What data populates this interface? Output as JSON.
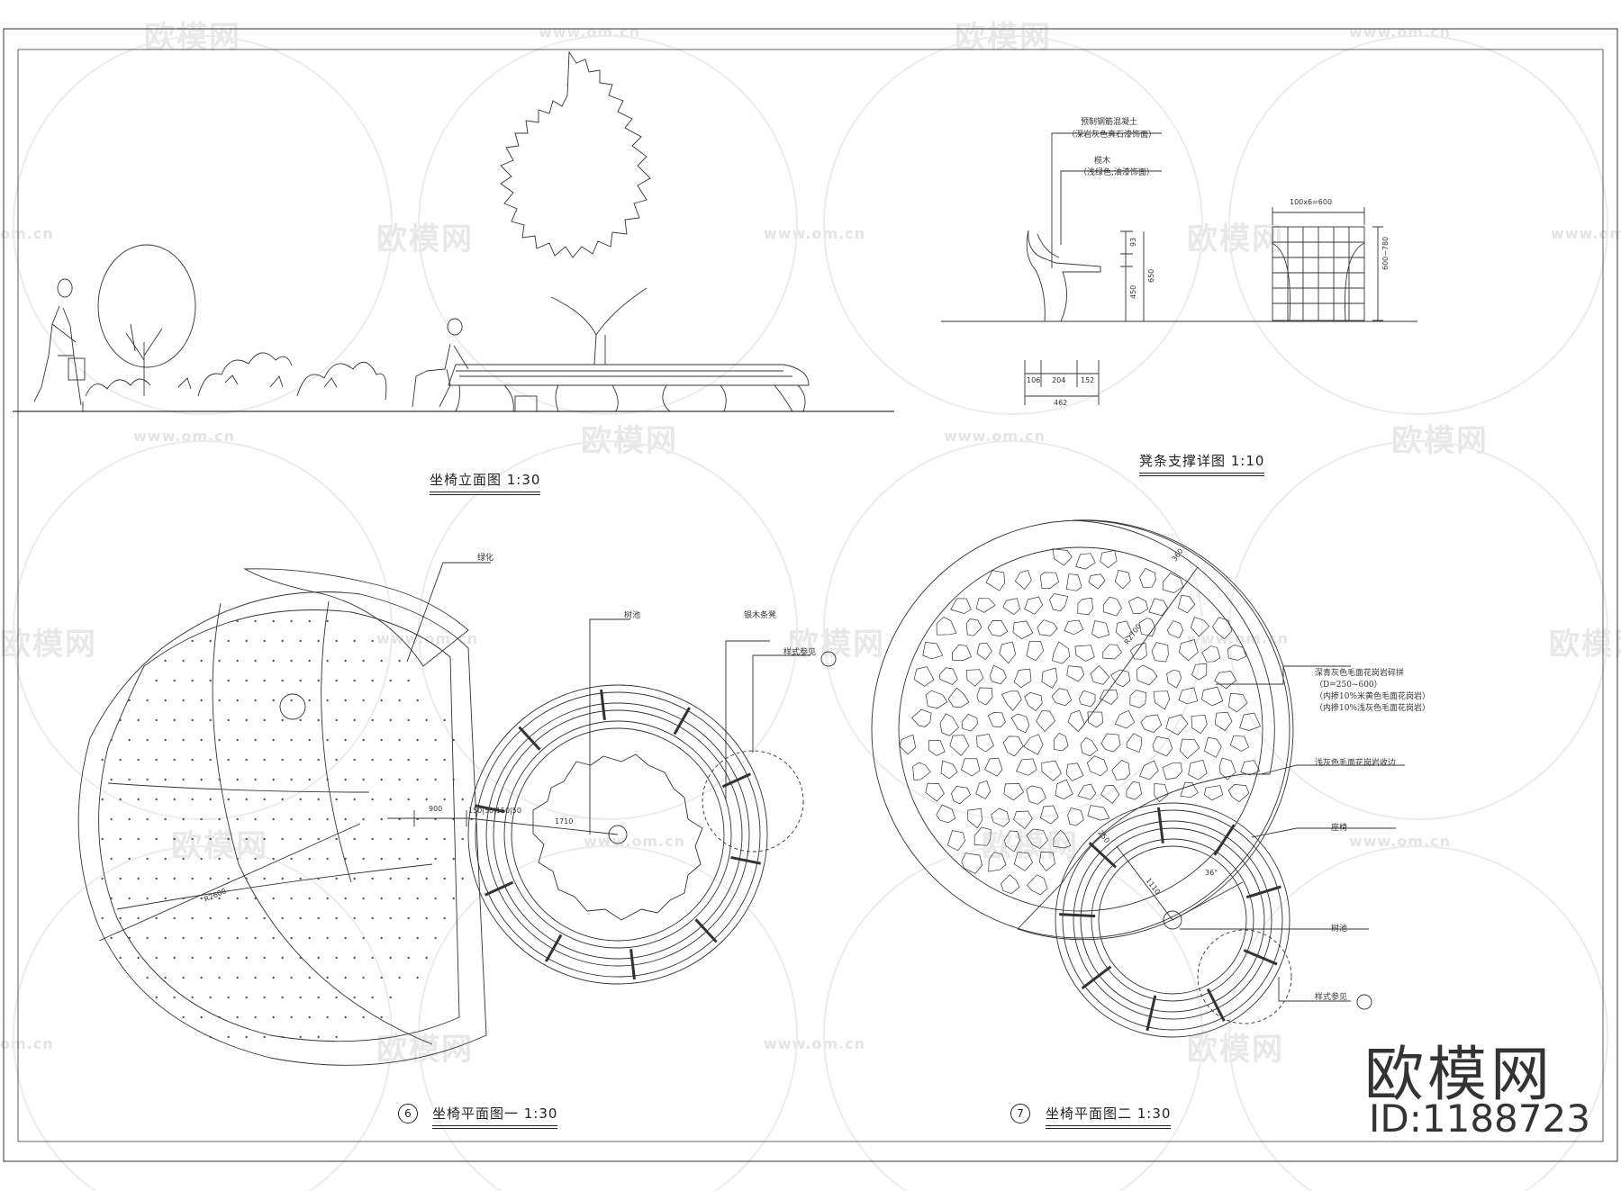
{
  "titles": {
    "elevation": "坐椅立面图  1:30",
    "support_detail": "凳条支撑详图  1:10",
    "plan_one": "坐椅平面图一  1:30",
    "plan_two": "坐椅平面图二  1:30",
    "plan_one_no": "6",
    "plan_two_no": "7"
  },
  "notes": {
    "concrete": "预制钢筋混凝土",
    "concrete_sub": "（深岩灰色真石漆饰面）",
    "wood": "榄木",
    "wood_sub": "（浅绿色,油漆饰面）",
    "greenery": "绿化",
    "tree_pool_1": "树池",
    "wood_strip": "银木条凳",
    "style_ref_1": "样式参见",
    "paving": "深青灰色毛面花岗岩碎拼",
    "paving_d": "（D=250~600）",
    "paving_a": "（内掺10%米黄色毛面花岗岩）",
    "paving_b": "（内掺10%浅灰色毛面花岗岩）",
    "edging": "浅灰色毛面花岗岩收边",
    "seat": "座椅",
    "tree_pool_2": "树池",
    "style_ref_2": "样式参见"
  },
  "dims": {
    "d100x6": "100x6=600",
    "d_right": "600~780",
    "d106": "106",
    "d204": "204",
    "d152": "152",
    "d462": "462",
    "d_v1": "93",
    "d_v2": "450",
    "d_v3": "650",
    "d900": "900",
    "d1710": "1710",
    "d_seg": "150|50|150|50",
    "r2600": "R2600",
    "r2700": "R2700",
    "d360": "360",
    "d1110": "1110",
    "d250": "250",
    "a36": "36°"
  },
  "watermark": {
    "logo": "欧模网",
    "url": "www.om.cn",
    "url_short": "om.cn",
    "logo_frag": "欧模网"
  },
  "brand": {
    "name": "欧模网",
    "id": "ID:1188723"
  }
}
